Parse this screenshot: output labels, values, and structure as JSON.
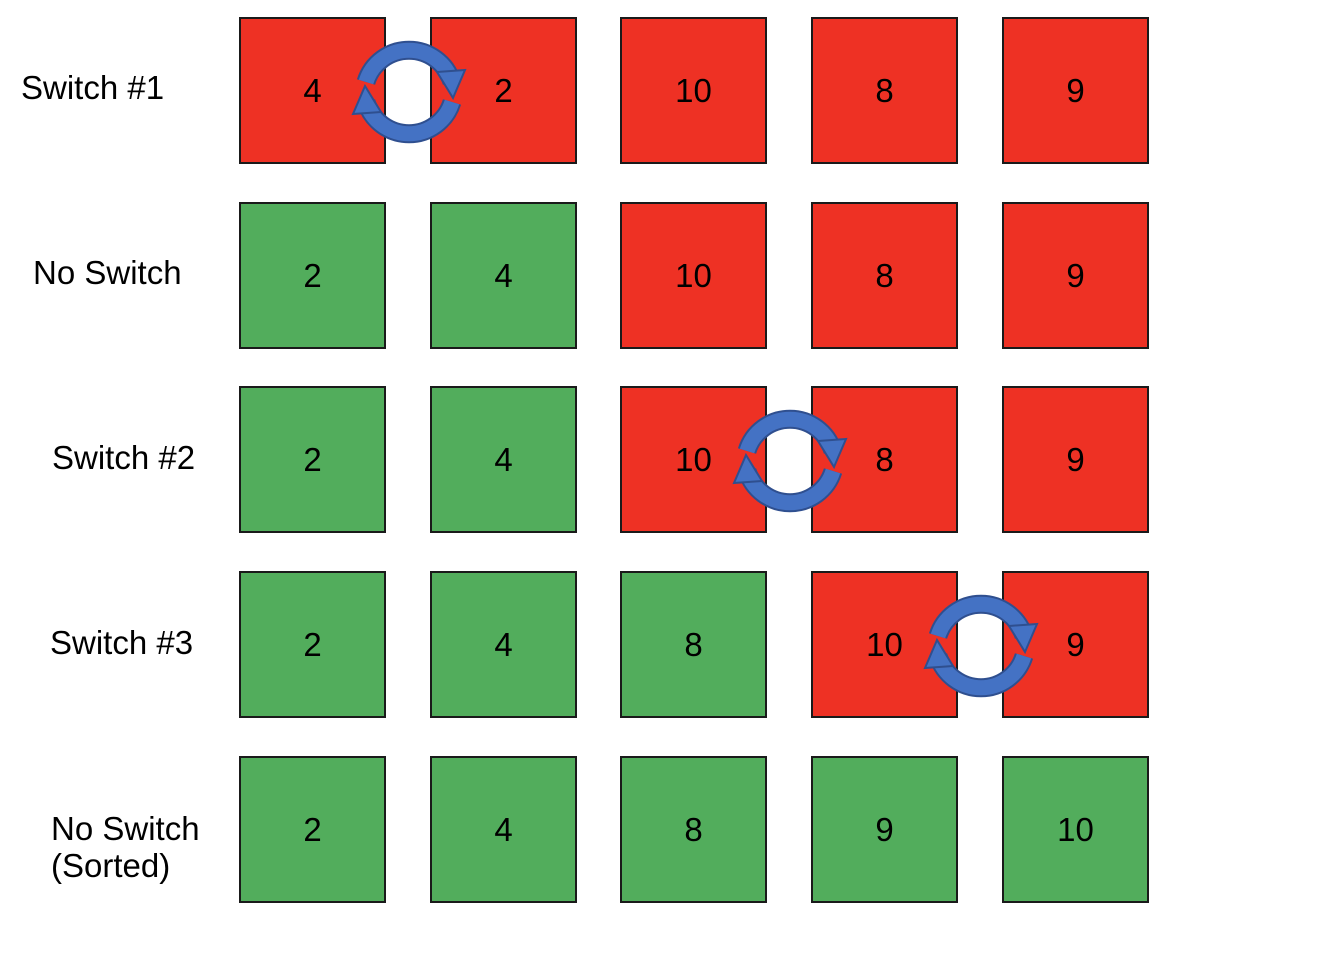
{
  "colors": {
    "unsorted": "#ee3124",
    "sorted": "#52ad5c",
    "swap_arrow": "#4472c4"
  },
  "icons": {
    "swap": "swap-arrows-icon"
  },
  "rows": [
    {
      "label": [
        "Switch #1"
      ],
      "cells": [
        {
          "value": "4",
          "state": "unsorted"
        },
        {
          "value": "2",
          "state": "unsorted"
        },
        {
          "value": "10",
          "state": "unsorted"
        },
        {
          "value": "8",
          "state": "unsorted"
        },
        {
          "value": "9",
          "state": "unsorted"
        }
      ],
      "swap_between": [
        0,
        1
      ]
    },
    {
      "label": [
        "No Switch"
      ],
      "cells": [
        {
          "value": "2",
          "state": "sorted"
        },
        {
          "value": "4",
          "state": "sorted"
        },
        {
          "value": "10",
          "state": "unsorted"
        },
        {
          "value": "8",
          "state": "unsorted"
        },
        {
          "value": "9",
          "state": "unsorted"
        }
      ],
      "swap_between": null
    },
    {
      "label": [
        "Switch #2"
      ],
      "cells": [
        {
          "value": "2",
          "state": "sorted"
        },
        {
          "value": "4",
          "state": "sorted"
        },
        {
          "value": "10",
          "state": "unsorted"
        },
        {
          "value": "8",
          "state": "unsorted"
        },
        {
          "value": "9",
          "state": "unsorted"
        }
      ],
      "swap_between": [
        2,
        3
      ]
    },
    {
      "label": [
        "Switch #3"
      ],
      "cells": [
        {
          "value": "2",
          "state": "sorted"
        },
        {
          "value": "4",
          "state": "sorted"
        },
        {
          "value": "8",
          "state": "sorted"
        },
        {
          "value": "10",
          "state": "unsorted"
        },
        {
          "value": "9",
          "state": "unsorted"
        }
      ],
      "swap_between": [
        3,
        4
      ]
    },
    {
      "label": [
        "No Switch",
        "(Sorted)"
      ],
      "cells": [
        {
          "value": "2",
          "state": "sorted"
        },
        {
          "value": "4",
          "state": "sorted"
        },
        {
          "value": "8",
          "state": "sorted"
        },
        {
          "value": "9",
          "state": "sorted"
        },
        {
          "value": "10",
          "state": "sorted"
        }
      ],
      "swap_between": null
    }
  ]
}
